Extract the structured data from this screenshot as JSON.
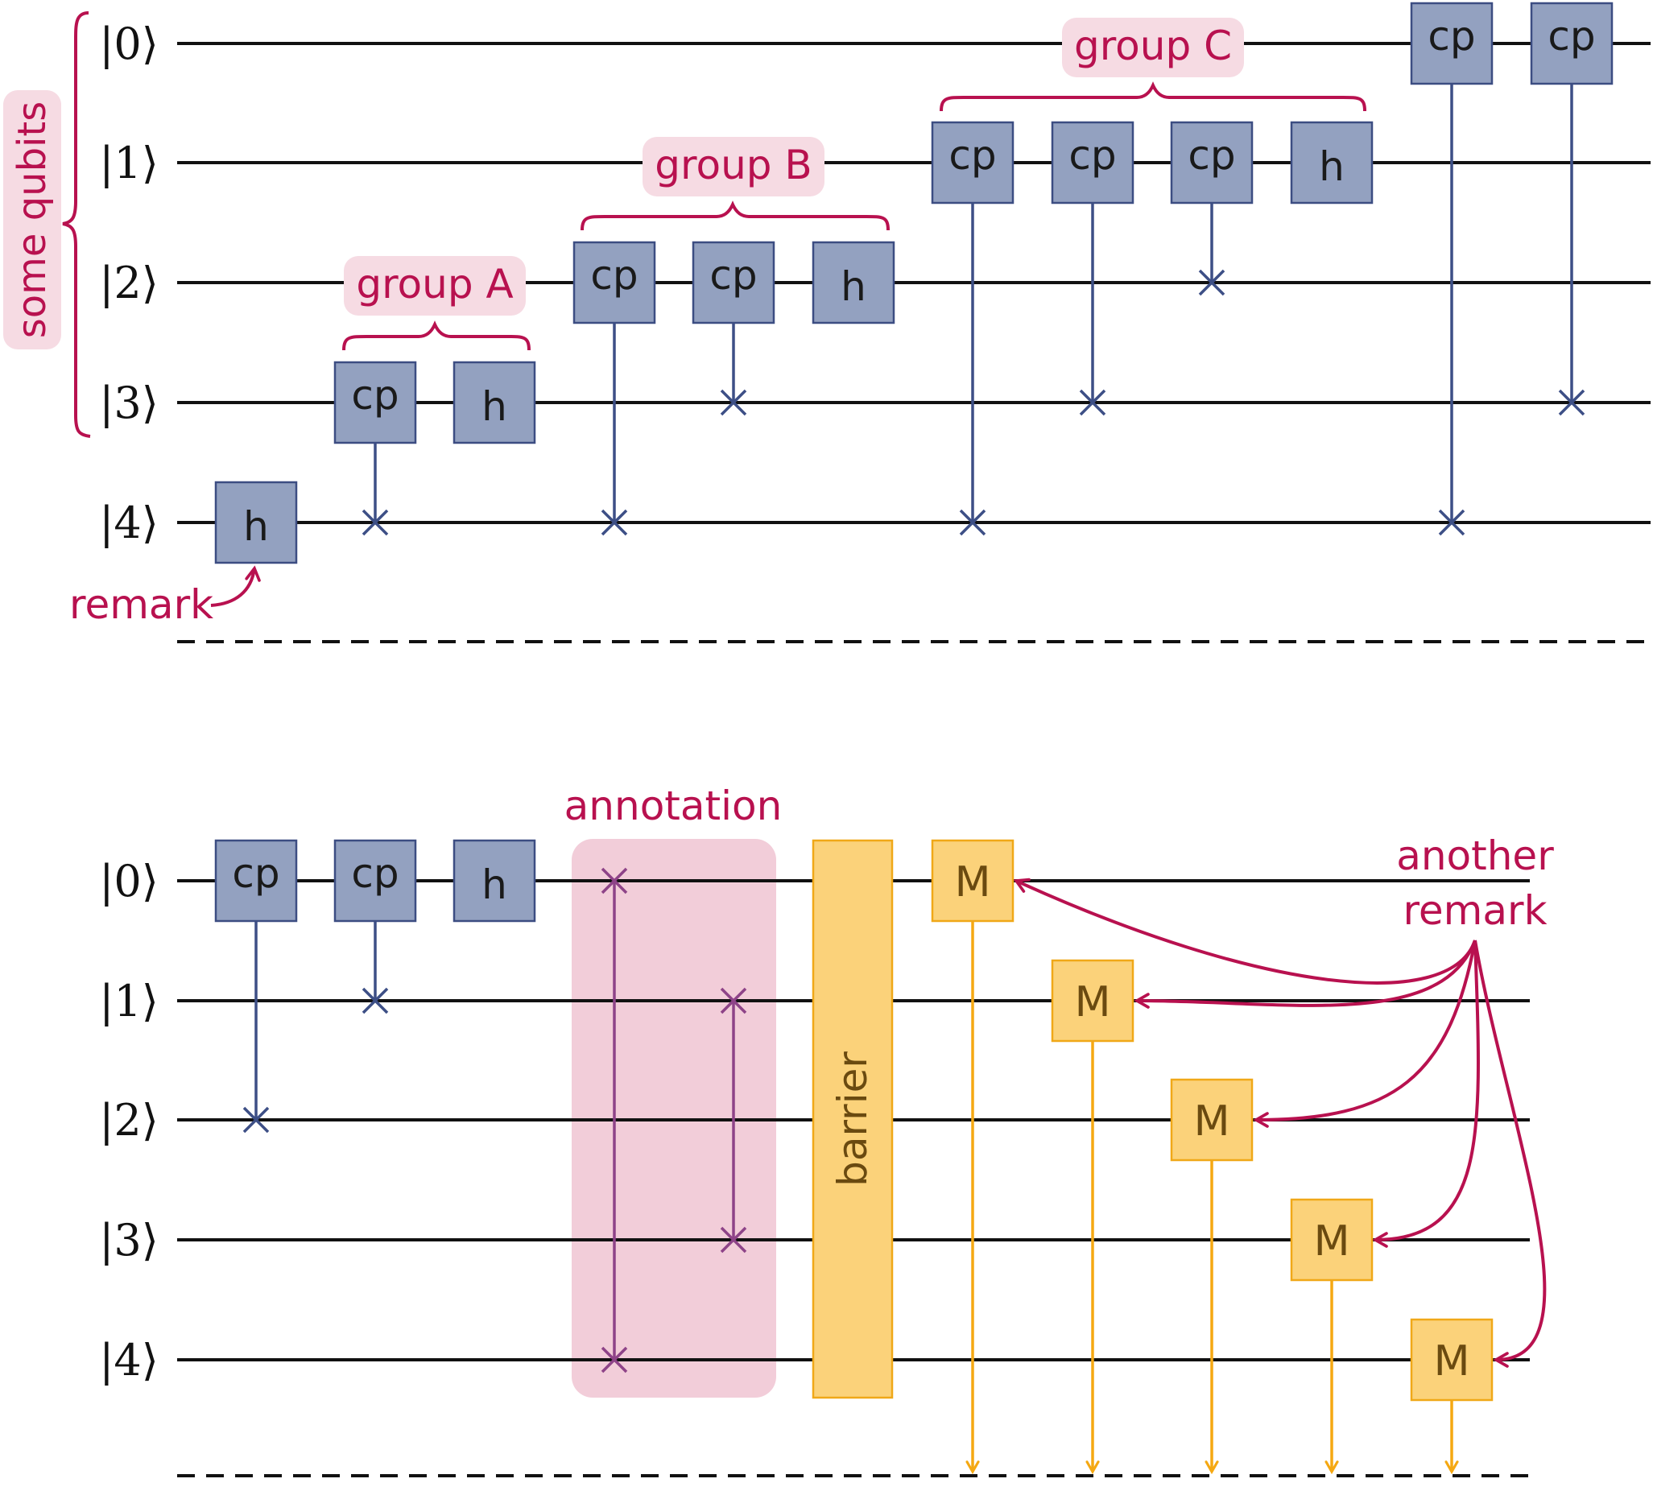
{
  "qubits": [
    "|0⟩",
    "|1⟩",
    "|2⟩",
    "|3⟩",
    "|4⟩"
  ],
  "colors": {
    "gate_fill": "#93a1c0",
    "gate_border": "#3c4d82",
    "measure_fill": "#fbd27a",
    "measure_border": "#f0a818",
    "annotation_color": "#b8114f",
    "annotation_region": "#f2cdd9",
    "swap_color": "#8e4388"
  },
  "top_circuit": {
    "brace_label": "some qubits",
    "group_labels": [
      "group A",
      "group B",
      "group C"
    ],
    "remark": "remark",
    "gates": [
      {
        "label": "h",
        "col": 0,
        "row": 4
      },
      {
        "label": "cp",
        "col": 1,
        "row": 3,
        "target": 4
      },
      {
        "label": "h",
        "col": 2,
        "row": 3
      },
      {
        "label": "cp",
        "col": 3,
        "row": 2,
        "target": 4
      },
      {
        "label": "cp",
        "col": 4,
        "row": 2,
        "target": 3
      },
      {
        "label": "h",
        "col": 5,
        "row": 2
      },
      {
        "label": "cp",
        "col": 6,
        "row": 1,
        "target": 4
      },
      {
        "label": "cp",
        "col": 7,
        "row": 1,
        "target": 3
      },
      {
        "label": "cp",
        "col": 8,
        "row": 1,
        "target": 2
      },
      {
        "label": "h",
        "col": 9,
        "row": 1
      },
      {
        "label": "cp",
        "col": 10,
        "row": 0,
        "target": 4
      },
      {
        "label": "cp",
        "col": 11,
        "row": 0,
        "target": 3
      }
    ]
  },
  "bottom_circuit": {
    "annotation_label": "annotation",
    "barrier_label": "barrier",
    "measure_label": "M",
    "remark": [
      "another",
      "remark"
    ],
    "gates": [
      {
        "label": "cp",
        "col": 0,
        "row": 0,
        "target": 2
      },
      {
        "label": "cp",
        "col": 1,
        "row": 0,
        "target": 1
      },
      {
        "label": "h",
        "col": 2,
        "row": 0
      }
    ],
    "swaps": [
      {
        "col": 3,
        "rows": [
          0,
          4
        ]
      },
      {
        "col": 4,
        "rows": [
          1,
          3
        ]
      }
    ],
    "measurements": [
      0,
      1,
      2,
      3,
      4
    ]
  }
}
